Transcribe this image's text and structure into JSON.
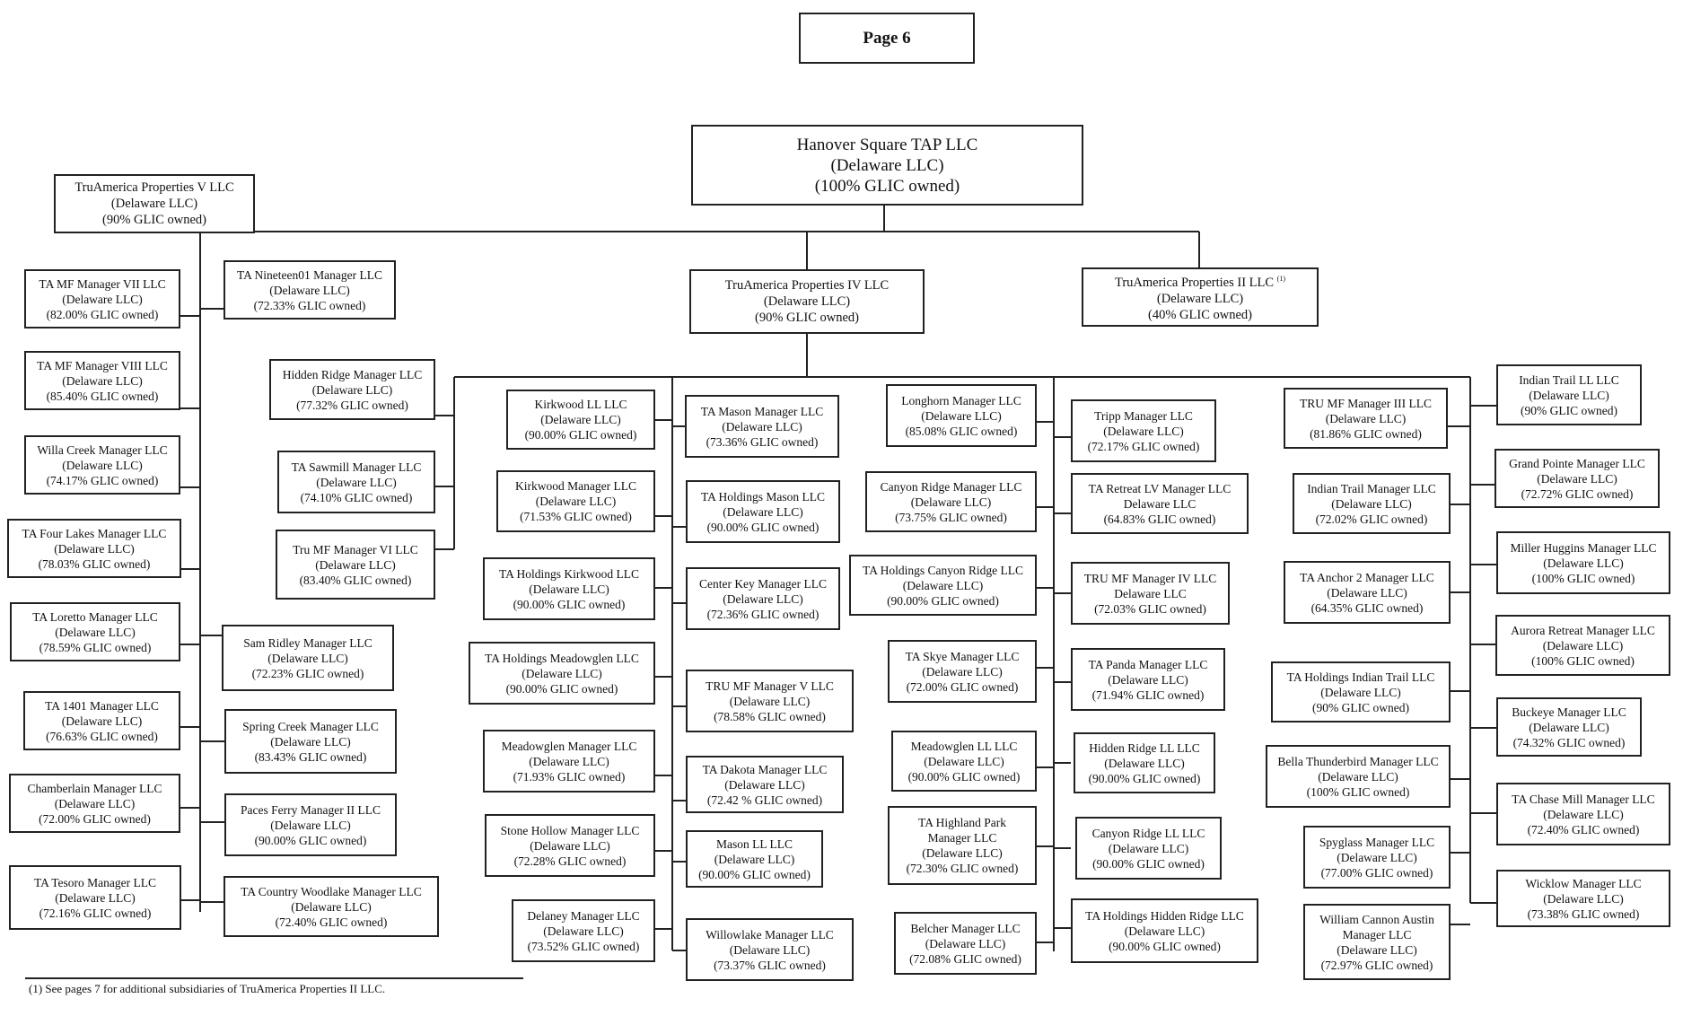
{
  "page_label": "Page 6",
  "footnote": "(1)  See pages 7 for additional subsidiaries of TruAmerica Properties II LLC.",
  "entities": {
    "root": {
      "name": "Hanover Square TAP LLC",
      "type": "(Delaware LLC)",
      "own": "(100% GLIC owned)"
    },
    "tap5": {
      "name": "TruAmerica Properties V LLC",
      "type": "(Delaware LLC)",
      "own": "(90% GLIC owned)"
    },
    "tap4": {
      "name": "TruAmerica Properties IV LLC",
      "type": "(Delaware LLC)",
      "own": "(90% GLIC owned)"
    },
    "tap2": {
      "name": "TruAmerica Properties II LLC",
      "mark": "(1)",
      "type": "(Delaware LLC)",
      "own": "(40% GLIC owned)"
    },
    "mf7": {
      "name": "TA MF Manager VII LLC",
      "type": "(Delaware LLC)",
      "own": "(82.00% GLIC owned)"
    },
    "mf8": {
      "name": "TA MF Manager VIII LLC",
      "type": "(Delaware LLC)",
      "own": "(85.40% GLIC owned)"
    },
    "willa": {
      "name": "Willa Creek Manager  LLC",
      "type": "(Delaware LLC)",
      "own": "(74.17% GLIC owned)"
    },
    "fourlakes": {
      "name": "TA Four Lakes Manager LLC",
      "type": "(Delaware LLC)",
      "own": "(78.03% GLIC owned)"
    },
    "loretto": {
      "name": "TA Loretto Manager LLC",
      "type": "(Delaware LLC)",
      "own": "(78.59% GLIC owned)"
    },
    "ta1401": {
      "name": "TA 1401  Manager LLC",
      "type": "(Delaware LLC)",
      "own": "(76.63% GLIC owned)"
    },
    "chamberlain": {
      "name": "Chamberlain Manager LLC",
      "type": "(Delaware LLC)",
      "own": "(72.00% GLIC owned)"
    },
    "tesoro": {
      "name": "TA Tesoro Manager LLC",
      "type": "(Delaware LLC)",
      "own": "(72.16% GLIC owned)"
    },
    "nineteen01": {
      "name": "TA Nineteen01 Manager LLC",
      "type": "(Delaware LLC)",
      "own": "(72.33% GLIC owned)"
    },
    "samridley": {
      "name": "Sam Ridley Manager LLC",
      "type": "(Delaware LLC)",
      "own": "(72.23% GLIC owned)"
    },
    "springcreek": {
      "name": "Spring Creek Manager LLC",
      "type": "(Delaware LLC)",
      "own": "(83.43% GLIC owned)"
    },
    "paces": {
      "name": "Paces Ferry Manager II LLC",
      "type": "(Delaware LLC)",
      "own": "(90.00% GLIC owned)"
    },
    "countrywoodlake": {
      "name": "TA Country Woodlake Manager LLC",
      "type": "(Delaware LLC)",
      "own": "(72.40% GLIC owned)"
    },
    "hiddenridgemgr": {
      "name": "Hidden Ridge Manager LLC",
      "type": "(Delaware LLC)",
      "own": "(77.32% GLIC owned)"
    },
    "sawmill": {
      "name": "TA Sawmill Manager LLC",
      "type": "(Delaware LLC)",
      "own": "(74.10% GLIC owned)"
    },
    "trumf6": {
      "name": "Tru MF Manager VI LLC",
      "type": "(Delaware LLC)",
      "own": "(83.40% GLIC owned)"
    },
    "kirkwoodll": {
      "name": "Kirkwood LL LLC",
      "type": "(Delaware LLC)",
      "own": "(90.00% GLIC owned)"
    },
    "kirkwoodmgr": {
      "name": "Kirkwood Manager LLC",
      "type": "(Delaware LLC)",
      "own": "(71.53% GLIC owned)"
    },
    "holdkirkwood": {
      "name": "TA Holdings Kirkwood LLC",
      "type": "(Delaware LLC)",
      "own": "(90.00% GLIC owned)"
    },
    "holdmeadowglen": {
      "name": "TA Holdings Meadowglen LLC",
      "type": "(Delaware LLC)",
      "own": "(90.00% GLIC owned)"
    },
    "meadowglenmgr": {
      "name": "Meadowglen Manager LLC",
      "type": "(Delaware LLC)",
      "own": "(71.93% GLIC owned)"
    },
    "stonehollow": {
      "name": "Stone Hollow Manager  LLC",
      "type": "(Delaware LLC)",
      "own": "(72.28% GLIC owned)"
    },
    "delaney": {
      "name": "Delaney Manager LLC",
      "type": "(Delaware LLC)",
      "own": "(73.52% GLIC owned)"
    },
    "masonmgr": {
      "name": "TA Mason Manager LLC",
      "type": "(Delaware LLC)",
      "own": "(73.36% GLIC owned)"
    },
    "holdmason": {
      "name": "TA Holdings Mason LLC",
      "type": "(Delaware LLC)",
      "own": "(90.00% GLIC owned)"
    },
    "centerkey": {
      "name": "Center Key Manager LLC",
      "type": "(Delaware LLC)",
      "own": "(72.36% GLIC owned)"
    },
    "trumf5": {
      "name": "TRU MF Manager V LLC",
      "type": "(Delaware LLC)",
      "own": "(78.58% GLIC owned)"
    },
    "dakota": {
      "name": "TA Dakota Manager LLC",
      "type": "(Delaware LLC)",
      "own": "(72.42 % GLIC owned)"
    },
    "masonll": {
      "name": "Mason LL LLC",
      "type": "(Delaware LLC)",
      "own": "(90.00% GLIC owned)"
    },
    "willowlake": {
      "name": "Willowlake Manager LLC",
      "type": "(Delaware LLC)",
      "own": "(73.37% GLIC owned)"
    },
    "longhorn": {
      "name": "Longhorn Manager LLC",
      "type": "(Delaware LLC)",
      "own": "(85.08% GLIC owned)"
    },
    "canyonridgemgr": {
      "name": "Canyon Ridge Manager LLC",
      "type": "(Delaware LLC)",
      "own": "(73.75% GLIC owned)"
    },
    "holdcanyonridge": {
      "name": "TA Holdings Canyon Ridge LLC",
      "type": "(Delaware LLC)",
      "own": "(90.00% GLIC owned)"
    },
    "skye": {
      "name": "TA Skye Manager LLC",
      "type": "(Delaware LLC)",
      "own": "(72.00% GLIC owned)"
    },
    "meadowglenll": {
      "name": "Meadowglen LL LLC",
      "type": "(Delaware LLC)",
      "own": "(90.00% GLIC owned)"
    },
    "highlandpark": {
      "name": "TA Highland Park",
      "name2": "Manager LLC",
      "type": "(Delaware LLC)",
      "own": "(72.30% GLIC owned)"
    },
    "belcher": {
      "name": "Belcher Manager LLC",
      "type": "(Delaware LLC)",
      "own": "(72.08% GLIC owned)"
    },
    "tripp": {
      "name": "Tripp Manager LLC",
      "type": "(Delaware LLC)",
      "own": "(72.17% GLIC owned)"
    },
    "retreatlv": {
      "name": "TA Retreat LV Manager LLC",
      "type": "Delaware LLC",
      "own": "(64.83% GLIC owned)"
    },
    "trumf4": {
      "name": "TRU MF Manager IV LLC",
      "type": "Delaware LLC",
      "own": "(72.03% GLIC owned)"
    },
    "panda": {
      "name": "TA Panda Manager LLC",
      "type": "(Delaware LLC)",
      "own": "(71.94% GLIC owned)"
    },
    "hiddenridgell": {
      "name": "Hidden Ridge LL LLC",
      "type": "(Delaware LLC)",
      "own": "(90.00% GLIC owned)"
    },
    "canyonridgell": {
      "name": "Canyon Ridge LL LLC",
      "type": "(Delaware LLC)",
      "own": "(90.00% GLIC owned)"
    },
    "holdhiddenridge": {
      "name": "TA Holdings Hidden Ridge LLC",
      "type": "(Delaware LLC)",
      "own": "(90.00% GLIC owned)"
    },
    "trumf3": {
      "name": "TRU MF Manager III LLC",
      "type": "(Delaware LLC)",
      "own": "(81.86% GLIC owned)"
    },
    "indiantrailmgr": {
      "name": "Indian Trail Manager LLC",
      "type": "(Delaware LLC)",
      "own": "(72.02% GLIC owned)"
    },
    "anchor2": {
      "name": "TA Anchor 2 Manager LLC",
      "type": "(Delaware LLC)",
      "own": "(64.35% GLIC owned)"
    },
    "holdindiantrail": {
      "name": "TA Holdings Indian Trail LLC",
      "type": "(Delaware LLC)",
      "own": "(90% GLIC owned)"
    },
    "bellathunderbird": {
      "name": "Bella Thunderbird Manager LLC",
      "type": "(Delaware LLC)",
      "own": "(100% GLIC owned)"
    },
    "spyglass": {
      "name": "Spyglass Manager LLC",
      "type": "(Delaware LLC)",
      "own": "(77.00% GLIC owned)"
    },
    "williamcannon": {
      "name": "William Cannon Austin",
      "name2": "Manager LLC",
      "type": "(Delaware LLC)",
      "own": "(72.97% GLIC owned)"
    },
    "indiantrailll": {
      "name": "Indian Trail LL LLC",
      "type": "(Delaware LLC)",
      "own": "(90% GLIC owned)"
    },
    "grandpointe": {
      "name": "Grand Pointe Manager LLC",
      "type": "(Delaware LLC)",
      "own": "(72.72% GLIC owned)"
    },
    "millerhuggins": {
      "name": "Miller Huggins Manager LLC",
      "type": "(Delaware LLC)",
      "own": "(100% GLIC owned)"
    },
    "auroraretreat": {
      "name": "Aurora Retreat Manager LLC",
      "type": "(Delaware LLC)",
      "own": "(100% GLIC owned)"
    },
    "buckeye": {
      "name": "Buckeye Manager LLC",
      "type": "(Delaware LLC)",
      "own": "(74.32% GLIC owned)"
    },
    "chasemill": {
      "name": "TA Chase Mill Manager LLC",
      "type": "(Delaware LLC)",
      "own": "(72.40% GLIC owned)"
    },
    "wicklow": {
      "name": "Wicklow Manager LLC",
      "type": "(Delaware LLC)",
      "own": "(73.38% GLIC owned)"
    }
  }
}
